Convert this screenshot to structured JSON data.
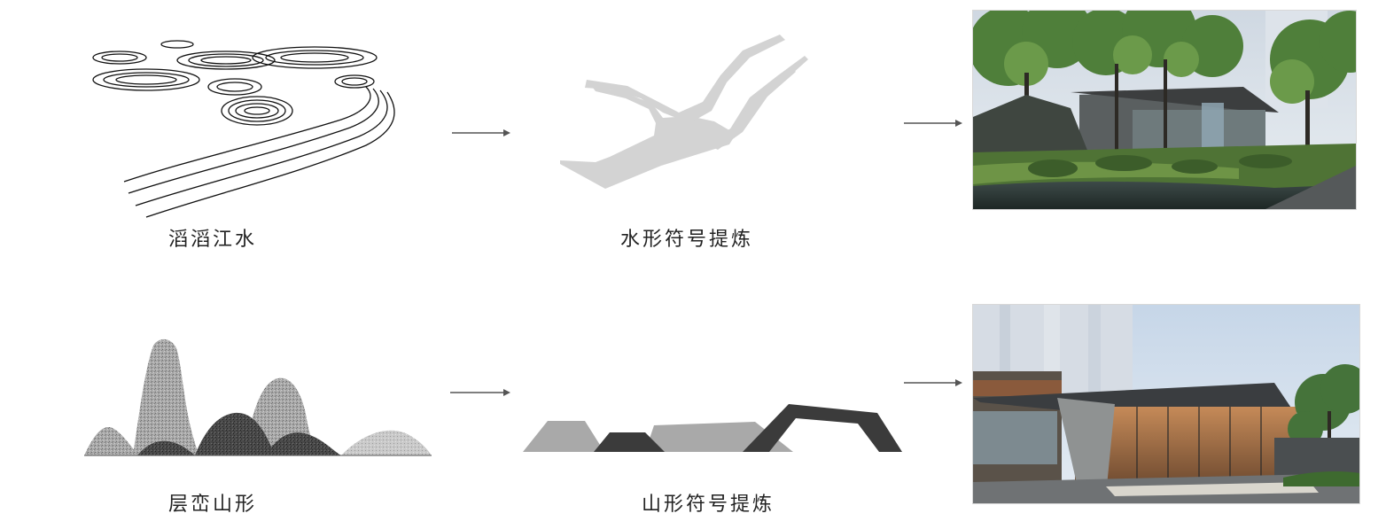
{
  "row_water": {
    "source_caption": "滔滔江水",
    "symbol_caption": "水形符号提炼"
  },
  "row_mountain": {
    "source_caption": "层峦山形",
    "symbol_caption": "山形符号提炼"
  },
  "colors": {
    "symbol_light": "#d3d3d3",
    "symbol_mid": "#a9a9a9",
    "symbol_dark": "#3b3b3b",
    "arrow": "#555555",
    "text": "#222222"
  },
  "icons": {
    "arrow": "arrow-right-icon"
  }
}
